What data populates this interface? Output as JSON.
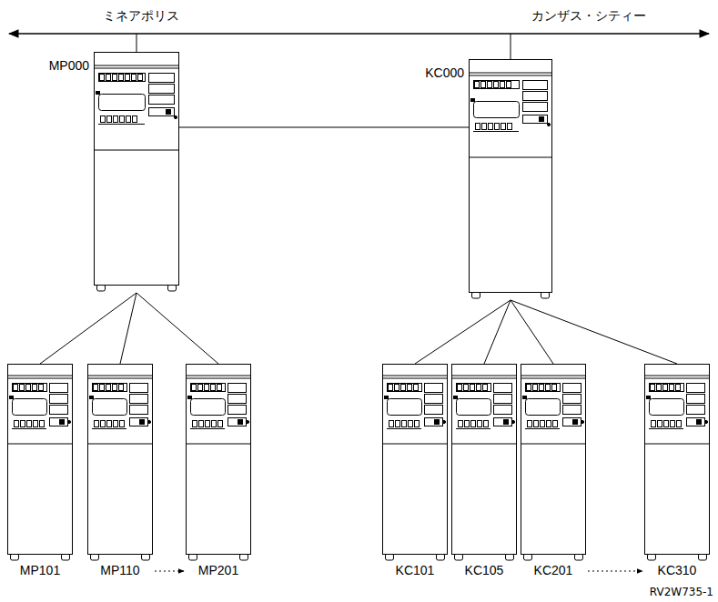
{
  "diagram": {
    "nodes": [
      {
        "text": [
          "MP000"
        ]
      },
      {
        "text": [
          "KC000"
        ]
      },
      {
        "text": [
          "MP101"
        ]
      },
      {
        "text": [
          "MP110"
        ]
      },
      {
        "text": [
          "MP201"
        ]
      },
      {
        "text": [
          "KC101"
        ]
      },
      {
        "text": [
          "KC105"
        ]
      },
      {
        "text": [
          "KC201"
        ]
      },
      {
        "text": [
          "KC310"
        ]
      }
    ],
    "edges": [
      {
        "from": 0,
        "to": 1,
        "arrow": "none"
      },
      {
        "from": 0,
        "to": 2,
        "arrow": "none"
      },
      {
        "from": 0,
        "to": 3,
        "arrow": "none"
      },
      {
        "from": 0,
        "to": 4,
        "arrow": "none"
      },
      {
        "from": 1,
        "to": 5,
        "arrow": "none"
      },
      {
        "from": 1,
        "to": 6,
        "arrow": "none"
      },
      {
        "from": 1,
        "to": 7,
        "arrow": "none"
      },
      {
        "from": 1,
        "to": 8,
        "arrow": "none"
      },
      {
        "from": 3,
        "to": 4,
        "arrow": "to"
      },
      {
        "from": 7,
        "to": 8,
        "arrow": "to"
      }
    ],
    "labels": [
      "ミネアポリス",
      "カンザス・シティー",
      "RV2W735-1"
    ]
  }
}
